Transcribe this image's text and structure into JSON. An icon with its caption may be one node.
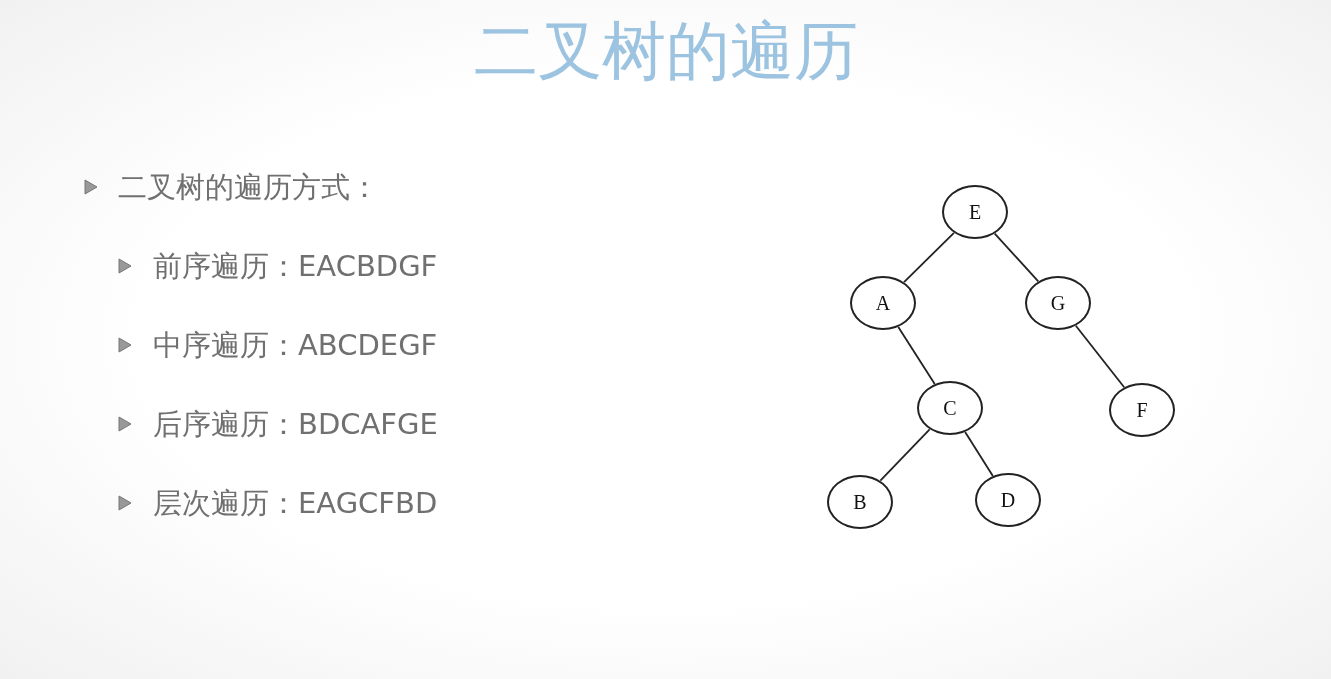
{
  "diagram": {
    "title": "二叉树的遍历",
    "nodes": [
      {
        "text": [
          "E"
        ]
      },
      {
        "text": [
          "A"
        ]
      },
      {
        "text": [
          "G"
        ]
      },
      {
        "text": [
          "C"
        ]
      },
      {
        "text": [
          "F"
        ]
      },
      {
        "text": [
          "B"
        ]
      },
      {
        "text": [
          "D"
        ]
      }
    ],
    "edges": [
      {
        "from": 0,
        "to": 1,
        "arrow": "none"
      },
      {
        "from": 0,
        "to": 2,
        "arrow": "none"
      },
      {
        "from": 1,
        "to": 3,
        "arrow": "none"
      },
      {
        "from": 2,
        "to": 4,
        "arrow": "none"
      },
      {
        "from": 3,
        "to": 5,
        "arrow": "none"
      },
      {
        "from": 3,
        "to": 6,
        "arrow": "none"
      }
    ],
    "labels": [
      "二叉树的遍历方式：",
      "前序遍历：EACBDGF",
      "中序遍历：ABCDEGF",
      "后序遍历：BDCAFGE",
      "层次遍历：EAGCFBD"
    ]
  }
}
